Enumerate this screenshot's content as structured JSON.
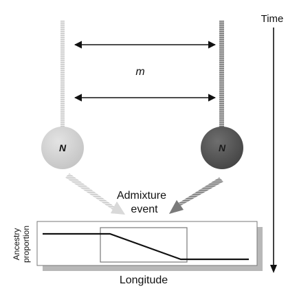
{
  "labels": {
    "time": "Time",
    "migration": "m",
    "pop_left": "N",
    "pop_right": "N",
    "event_line1": "Admixture",
    "event_line2": "event",
    "y_axis_line1": "Ancestry",
    "y_axis_line2": "proportion",
    "x_axis": "Longitude"
  },
  "colors": {
    "pop_left": "#cfcfcf",
    "pop_right": "#555555",
    "arrow_left": "#d7d7d7",
    "arrow_right": "#7a7a7a",
    "line": "#111111",
    "box_shadow": "#b8b8b8"
  },
  "icons": {
    "migration_arrow": "double-headed-arrow",
    "time_arrow": "down-arrow"
  }
}
